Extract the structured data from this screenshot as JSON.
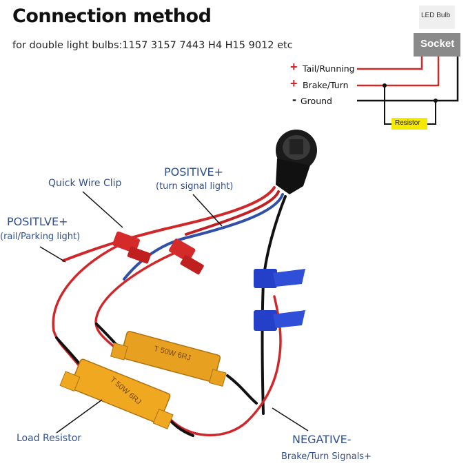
{
  "header": {
    "title": "Connection method",
    "subtitle": "for double light bulbs:1157  3157  7443 H4  H15  9012  etc"
  },
  "schematic": {
    "led_bulb": "LED Bulb",
    "socket": "Socket",
    "tail_running": "Tail/Running",
    "brake_turn": "Brake/Turn",
    "ground": "Ground",
    "resistor": "Resistor",
    "plus_sign": "+",
    "minus_sign": "-"
  },
  "callouts": {
    "quick_wire_clip": "Quick Wire Clip",
    "positive_turn": "POSITIVE+",
    "positive_turn_sub": "(turn signal light)",
    "positive_tail": "POSITLVE+",
    "positive_tail_sub": "(rail/Parking light)",
    "load_resistor": "Load Resistor",
    "negative": "NEGATIVE-",
    "negative_sub": "Brake/Turn Signals+"
  },
  "resistor_marking": "T 50W 6RJ",
  "colors": {
    "red_wire": "#d0282a",
    "blue_wire": "#2f4fa8",
    "black_wire": "#111111",
    "resistor_gold": "#e8a020",
    "resistor_label_bg": "#f5e900",
    "socket_box": "#8a8a8a",
    "label_blue": "#2f4f8f"
  }
}
